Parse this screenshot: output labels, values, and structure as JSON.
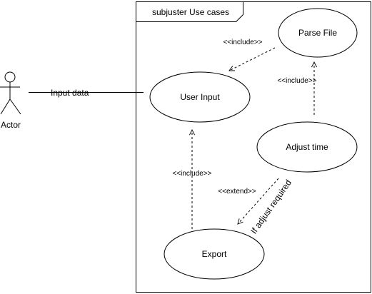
{
  "diagram": {
    "type": "uml-use-case",
    "system_boundary": {
      "title": "subjuster Use cases"
    },
    "actor": {
      "label": "Actor"
    },
    "association": {
      "label": "Input data"
    },
    "use_cases": {
      "parse_file": "Parse File",
      "user_input": "User Input",
      "adjust_time": "Adjust time",
      "export": "Export"
    },
    "relations": {
      "include_parse_to_input": "<<include>>",
      "include_adjust_to_parse": "<<include>>",
      "include_export_to_input": "<<include>>",
      "extend_adjust_to_export": "<<extend>>",
      "extend_condition": "If adjust required"
    },
    "colors": {
      "stroke": "#000000",
      "fill": "#ffffff",
      "text": "#000000"
    }
  }
}
